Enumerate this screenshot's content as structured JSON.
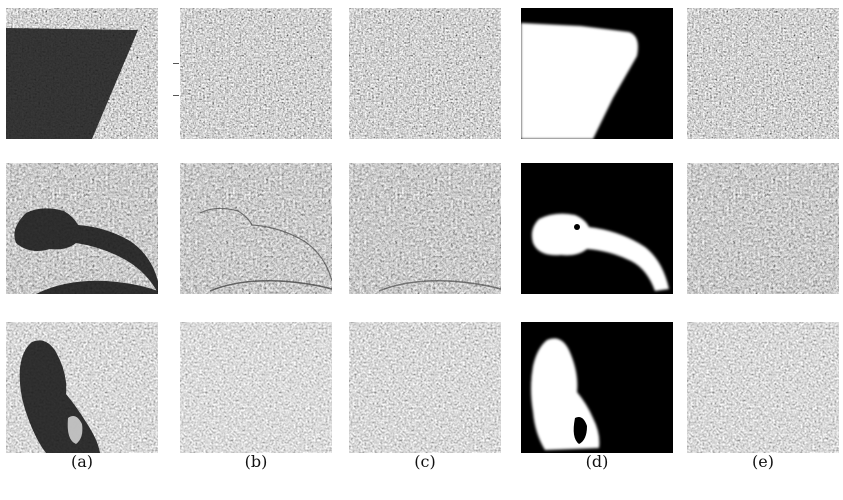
{
  "figure": {
    "columns": [
      {
        "caption": "(a)",
        "content": "input image with shadow"
      },
      {
        "caption": "(b)",
        "content": "shadow-removed result"
      },
      {
        "caption": "(c)",
        "content": "shadow-removed result"
      },
      {
        "caption": "(d)",
        "content": "binary shadow mask"
      },
      {
        "caption": "(e)",
        "content": "shadow-removed result"
      }
    ],
    "rows": [
      {
        "scene": "grainy gravel surface, dark trapezoid shadow at top-left"
      },
      {
        "scene": "textured terrain, shadow of a long-handled object"
      },
      {
        "scene": "rock surface, irregular vertical shadow at left"
      }
    ],
    "colors": {
      "background": "#ffffff",
      "mask_on": "#ffffff",
      "mask_off": "#000000"
    }
  }
}
